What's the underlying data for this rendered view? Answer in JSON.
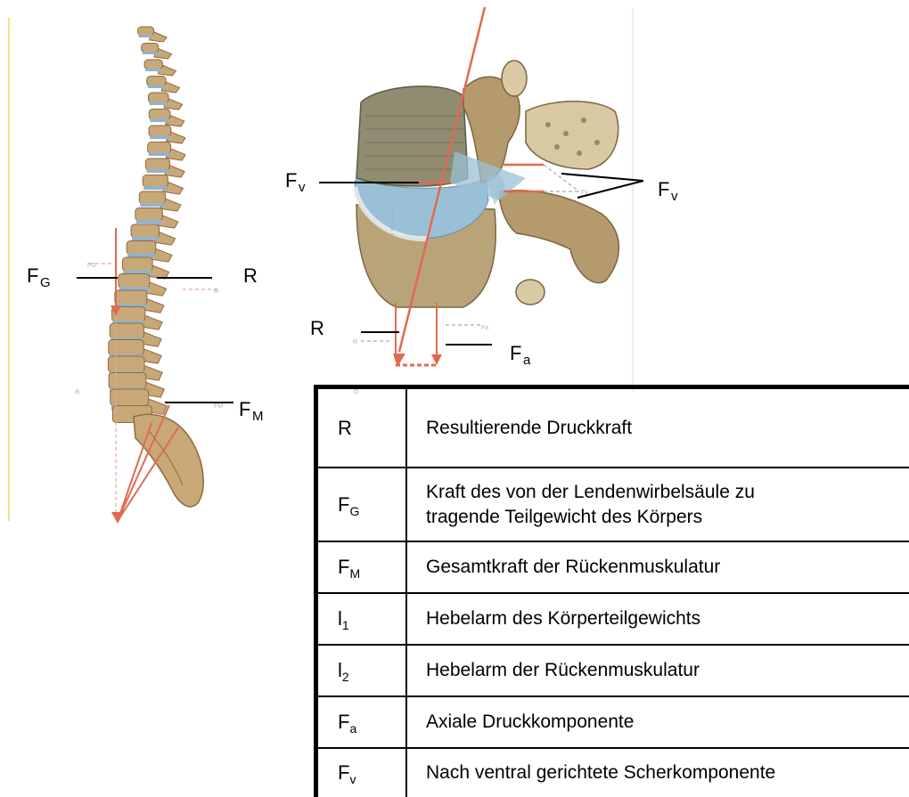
{
  "figure_a": {
    "panel_letter": "a",
    "labels": {
      "fg_main": "F",
      "fg_sub": "G",
      "r": "R",
      "fm_main": "F",
      "fm_sub": "M"
    },
    "small_labels": {
      "fg": "FG",
      "r": "R",
      "fm": "FM"
    }
  },
  "figure_b": {
    "panel_letter": "b",
    "labels": {
      "fv_left_main": "F",
      "fv_left_sub": "v",
      "fv_right_main": "F",
      "fv_right_sub": "v",
      "r": "R",
      "fa_main": "F",
      "fa_sub": "a"
    },
    "small_labels": {
      "fa": "Fa",
      "r": "R",
      "fv_disc": "Fv",
      "fv_right": "Fv"
    }
  },
  "legend": {
    "rows": [
      {
        "sym_main": "R",
        "sym_sub": "",
        "desc": "Resultierende Druckkraft"
      },
      {
        "sym_main": "F",
        "sym_sub": "G",
        "desc": "Kraft des von der Lendenwirbelsäule zu tragende Teilgewicht des Körpers"
      },
      {
        "sym_main": "F",
        "sym_sub": "M",
        "desc": "Gesamtkraft der Rückenmuskulatur"
      },
      {
        "sym_main": "l",
        "sym_sub": "1",
        "desc": "Hebelarm des Körperteilgewichts"
      },
      {
        "sym_main": "l",
        "sym_sub": "2",
        "desc": "Hebelarm der Rückenmuskulatur"
      },
      {
        "sym_main": "F",
        "sym_sub": "a",
        "desc": "Axiale Druckkomponente"
      },
      {
        "sym_main": "F",
        "sym_sub": "v",
        "desc": "Nach ventral gerichtete Scherkomponente"
      }
    ]
  },
  "colors": {
    "bone": "#c9a878",
    "bone_dark": "#8f6a3e",
    "disc": "#8fb3cc",
    "force": "#e06a50",
    "frame_line": "#f2e28a"
  }
}
